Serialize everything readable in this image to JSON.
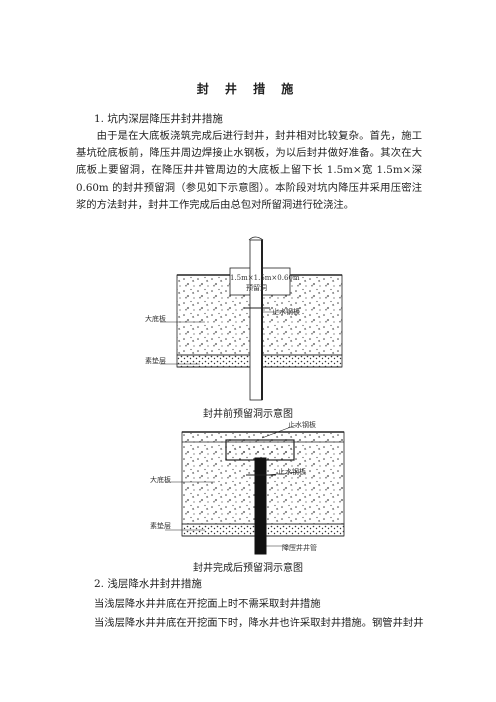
{
  "doc": {
    "title": "封 井 措 施",
    "section1": {
      "heading": "1.  坑内深层降压井封井措施",
      "paragraph": "由于是在大底板浇筑完成后进行封井，封井相对比较复杂。首先，施工基坑砼底板前，降压井周边焊接止水钢板，为以后封井做好准备。其次在大底板上要留洞，在降压井井管周边的大底板上留下长 1.5m×宽 1.5m×深 0.60m 的封井预留洞（参见如下示意图）。本阶段对坑内降压井采用压密注浆的方法封井，封井工作完成后由总包对所留洞进行砼浇注。"
    },
    "figure1": {
      "caption": "封井前预留洞示意图",
      "dim_label": "1.5m×1.5m×0.60m",
      "hole_label": "预留洞",
      "left_top_label": "大底板",
      "left_bottom_label": "素垫层",
      "steel_label": "止水钢板"
    },
    "figure2": {
      "caption": "封井完成后预留洞示意图",
      "top_label": "止水钢板",
      "mid_label": "止水钢板",
      "left_top_label": "大底板",
      "left_bottom_label": "素垫层",
      "pipe_label": "降压井井管"
    },
    "section2": {
      "heading": "2.  浅层降水井封井措施",
      "line1": "当浅层降水井井底在开挖面上时不需采取封井措施",
      "line2": "当浅层降水井井底在开挖面下时，降水井也许采取封井措施。钢管井封井措"
    }
  }
}
